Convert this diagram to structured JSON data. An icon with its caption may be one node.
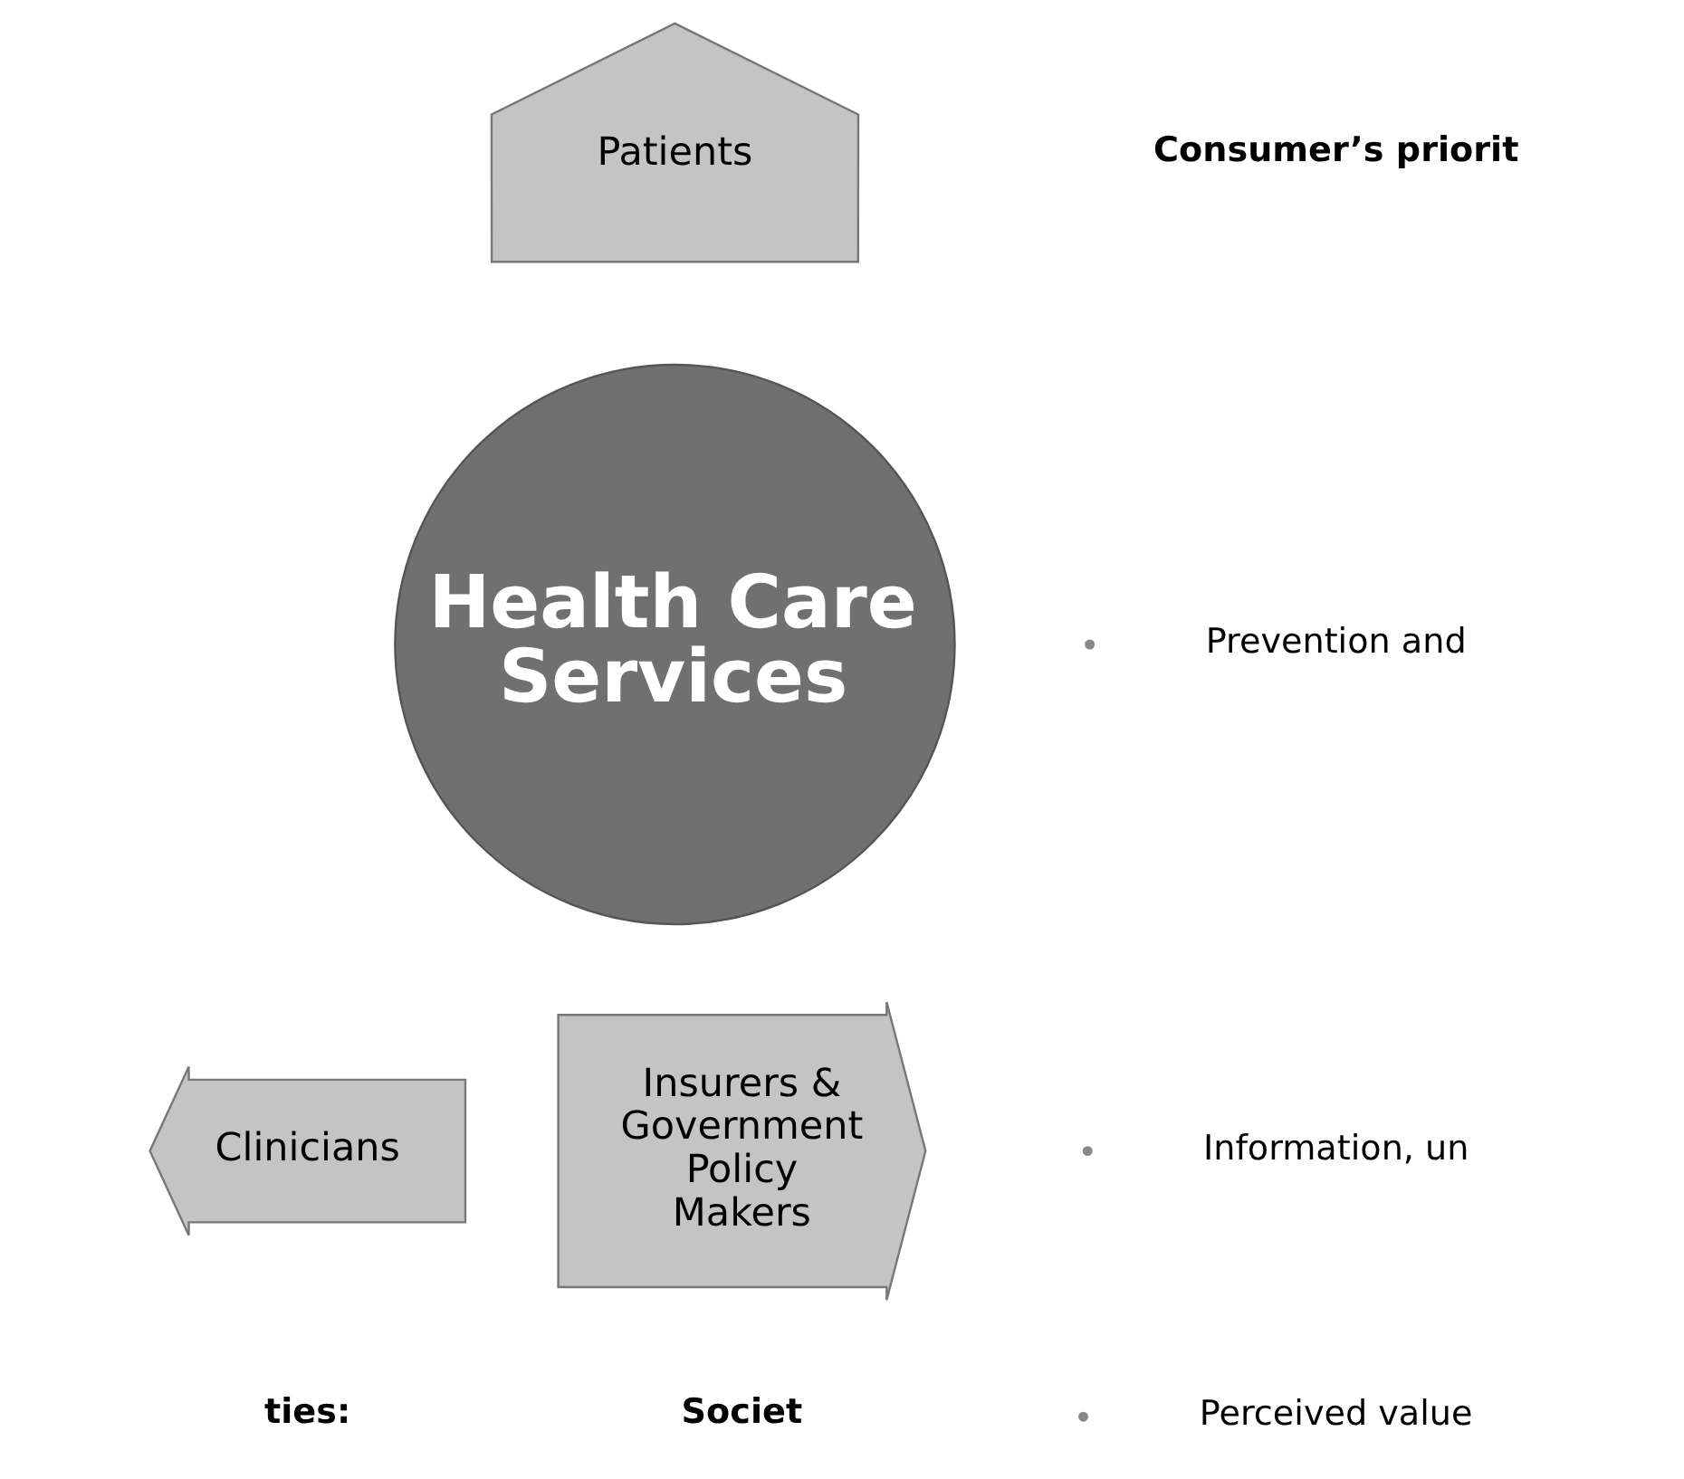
{
  "diagram": {
    "nodes": [
      {
        "text": [
          "Health Care Services"
        ]
      },
      {
        "text": [
          "Patients"
        ]
      },
      {
        "text": [
          "Clinicians"
        ]
      },
      {
        "text": [
          "Insurers & Government Policy Makers"
        ]
      }
    ],
    "edges": [],
    "labels": [
      "Consumer’s priorit",
      "Prevention and",
      "Information, un",
      "Perceived value",
      "ties:",
      "Societ"
    ]
  }
}
